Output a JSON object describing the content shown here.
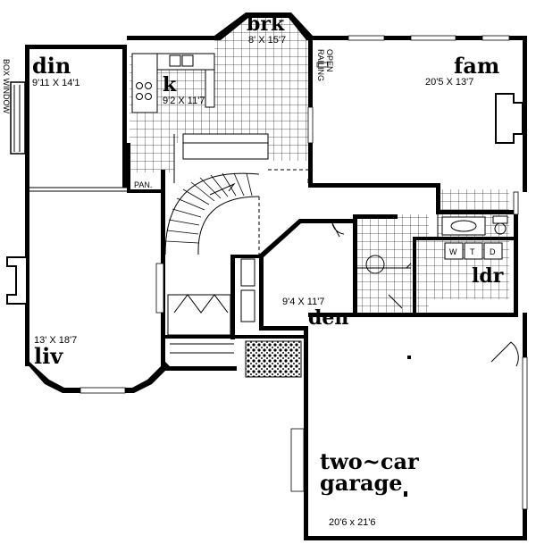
{
  "rooms": {
    "brk": {
      "name": "brk",
      "dim": "8' X 15'7"
    },
    "din": {
      "name": "din",
      "dim": "9'11 X 14'1"
    },
    "k": {
      "name": "k",
      "dim": "9'2 X 11'7"
    },
    "fam": {
      "name": "fam",
      "dim": "20'5  X 13'7"
    },
    "liv": {
      "name": "liv",
      "dim": "13' X 18'7"
    },
    "den": {
      "name": "den",
      "dim": "9'4  X 11'7"
    },
    "ldr": {
      "name": "ldr"
    },
    "garage": {
      "name_line1": "two~car",
      "name_line2": "garage",
      "dim": "20'6  x 21'6"
    }
  },
  "labels": {
    "box_window": "BOX WINDOW",
    "open_railing_1": "OPEN",
    "open_railing_2": "RAILING",
    "pantry": "PAN.",
    "washer": "W",
    "tub": "T",
    "dryer": "D"
  }
}
